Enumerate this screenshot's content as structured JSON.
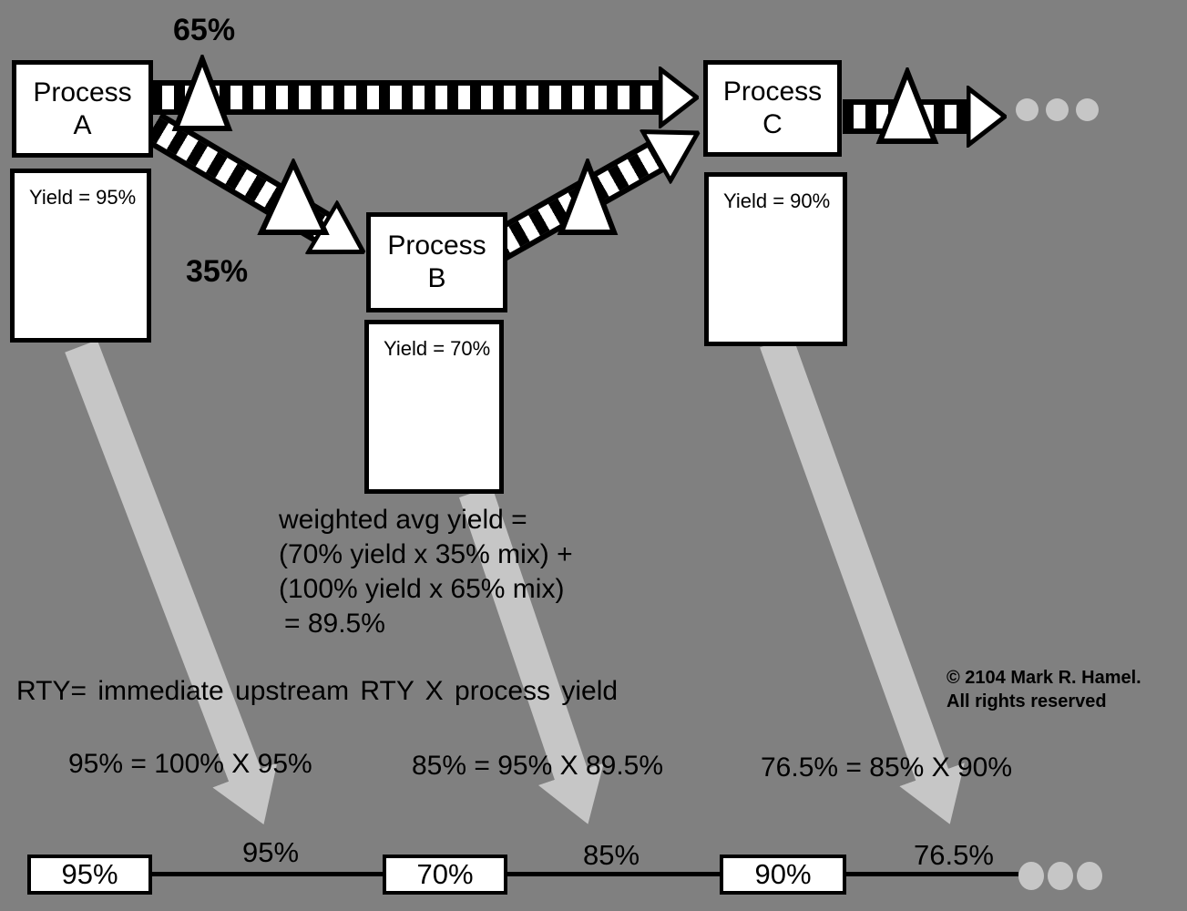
{
  "colors": {
    "background": "#808080",
    "shadow_arrow": "#c6c6c6",
    "box_fill": "#ffffff",
    "line": "#000000"
  },
  "process_a": {
    "title_line1": "Process",
    "title_line2": "A",
    "yield_label": "Yield = 95%"
  },
  "process_b": {
    "title_line1": "Process",
    "title_line2": "B",
    "yield_label": "Yield = 70%"
  },
  "process_c": {
    "title_line1": "Process",
    "title_line2": "C",
    "yield_label": "Yield = 90%"
  },
  "mix_labels": {
    "top_path": "65%",
    "bottom_path": "35%"
  },
  "weighted_avg": {
    "line1": "weighted avg yield =",
    "line2": "(70% yield x 35% mix) +",
    "line3": "(100% yield x 65% mix)",
    "line4": "= 89.5%"
  },
  "rty": {
    "formula": "RTY= immediate upstream RTY X process yield",
    "calc_a": "95% = 100% X 95%",
    "calc_b": "85% = 95% X 89.5%",
    "calc_c": "76.5% = 85% X 90%"
  },
  "copyright": {
    "line1": "© 2104 Mark R. Hamel.",
    "line2": "All rights reserved"
  },
  "timeline": {
    "box_a": "95%",
    "box_b": "70%",
    "box_c": "90%",
    "rty_a": "95%",
    "rty_b": "85%",
    "rty_c": "76.5%"
  }
}
